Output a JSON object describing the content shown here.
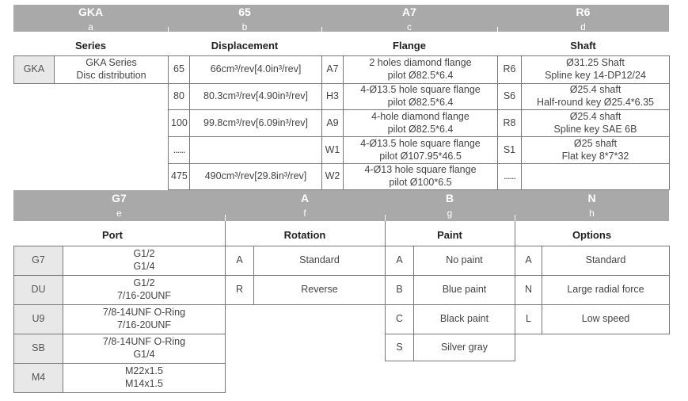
{
  "top_band": {
    "codes": [
      {
        "code": "GKA",
        "letter": "a"
      },
      {
        "code": "65",
        "letter": "b"
      },
      {
        "code": "A7",
        "letter": "c"
      },
      {
        "code": "R6",
        "letter": "d"
      }
    ]
  },
  "top_sections": [
    "Series",
    "Displacement",
    "Flange",
    "Shaft"
  ],
  "series": {
    "code": "GKA",
    "desc_line1": "GKA Series",
    "desc_line2": "Disc distribution"
  },
  "displacement": [
    {
      "code": "65",
      "value": "66cm³/rev[4.0in³/rev]"
    },
    {
      "code": "80",
      "value": "80.3cm³/rev[4.90in³/rev]"
    },
    {
      "code": "100",
      "value": "99.8cm³/rev[6.09in³/rev]"
    },
    {
      "code": "......",
      "value": ""
    },
    {
      "code": "475",
      "value": "490cm³/rev[29.8in³/rev]"
    }
  ],
  "flange": [
    {
      "code": "A7",
      "line1": "2 holes diamond flange",
      "line2": "pilot Ø82.5*6.4"
    },
    {
      "code": "H3",
      "line1": "4-Ø13.5 hole square flange",
      "line2": "pilot Ø82.5*6.4"
    },
    {
      "code": "A9",
      "line1": "4-hole diamond flange",
      "line2": "pilot Ø82.5*6.4"
    },
    {
      "code": "W1",
      "line1": "4-Ø13.5 hole square flange",
      "line2": "pilot Ø107.95*46.5"
    },
    {
      "code": "W2",
      "line1": "4-Ø13 hole square flange",
      "line2": "pilot Ø100*6.5"
    }
  ],
  "shaft": [
    {
      "code": "R6",
      "line1": "Ø31.25 Shaft",
      "line2": "Spline key 14-DP12/24"
    },
    {
      "code": "S6",
      "line1": "Ø25.4 shaft",
      "line2": "Half-round key Ø25.4*6.35"
    },
    {
      "code": "R8",
      "line1": "Ø25.4 shaft",
      "line2": "Spline key SAE 6B"
    },
    {
      "code": "S1",
      "line1": "Ø25 shaft",
      "line2": "Flat key 8*7*32"
    },
    {
      "code": "......",
      "line1": "",
      "line2": ""
    }
  ],
  "bottom_band": {
    "codes": [
      {
        "code": "G7",
        "letter": "e"
      },
      {
        "code": "A",
        "letter": "f"
      },
      {
        "code": "B",
        "letter": "g"
      },
      {
        "code": "N",
        "letter": "h"
      }
    ]
  },
  "bottom_sections": [
    "Port",
    "Rotation",
    "Paint",
    "Options"
  ],
  "port": [
    {
      "code": "G7",
      "line1": "G1/2",
      "line2": "G1/4"
    },
    {
      "code": "DU",
      "line1": "G1/2",
      "line2": "7/16-20UNF"
    },
    {
      "code": "U9",
      "line1": "7/8-14UNF O-Ring",
      "line2": "7/16-20UNF"
    },
    {
      "code": "SB",
      "line1": "7/8-14UNF O-Ring",
      "line2": "G1/4"
    },
    {
      "code": "M4",
      "line1": "M22x1.5",
      "line2": "M14x1.5"
    }
  ],
  "rotation": [
    {
      "code": "A",
      "value": "Standard"
    },
    {
      "code": "R",
      "value": "Reverse"
    }
  ],
  "paint": [
    {
      "code": "A",
      "value": "No paint"
    },
    {
      "code": "B",
      "value": "Blue paint"
    },
    {
      "code": "C",
      "value": "Black paint"
    },
    {
      "code": "S",
      "value": "Silver gray"
    }
  ],
  "options": [
    {
      "code": "A",
      "value": "Standard"
    },
    {
      "code": "N",
      "value": "Large radial force"
    },
    {
      "code": "L",
      "value": "Low speed"
    }
  ]
}
